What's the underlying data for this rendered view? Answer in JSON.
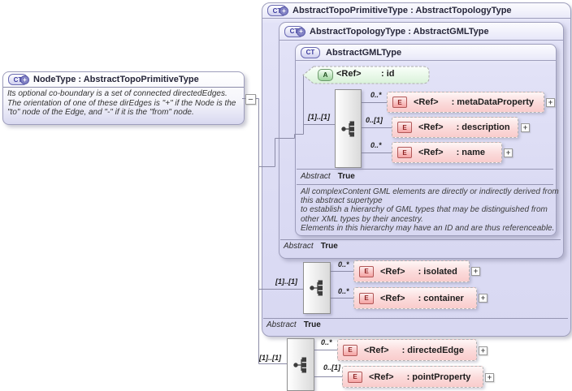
{
  "icons": {
    "complex_type": "CT",
    "element": "E",
    "attribute": "A",
    "plus": "+",
    "minus": "−"
  },
  "colors": {
    "box_fill": "#d8d8f2",
    "box_border": "#9e9ebc",
    "element_fill": "#f9cccc",
    "element_icon": "#f5a2a2",
    "attribute_fill": "#d9f2d9",
    "attribute_icon": "#9ed49e",
    "connector": "#8b8ba6"
  },
  "node_type": {
    "title": "NodeType : AbstractTopoPrimitiveType",
    "description": "Its optional co-boundary is a set of connected directedEdges.  The orientation of one of these dirEdges is \"+\" if the Node is the \"to\" node of the Edge, and \"-\" if it is the \"from\" node."
  },
  "boxes": {
    "outer": {
      "title": "AbstractTopoPrimitiveType : AbstractTopologyType",
      "abstract_label": "Abstract",
      "abstract_value": "True"
    },
    "middle": {
      "title": "AbstractTopologyType : AbstractGMLType",
      "abstract_label": "Abstract",
      "abstract_value": "True"
    },
    "inner": {
      "title": "AbstractGMLType",
      "abstract_label": "Abstract",
      "abstract_value": "True",
      "attribute": {
        "ref": "<Ref>",
        "name": ": id"
      },
      "annotation_lines": [
        "All complexContent GML elements are directly or indirectly derived from",
        "this abstract supertype",
        "to establish a hierarchy of GML types that may be distinguished from",
        "other XML types by their ancestry.",
        "Elements in this hierarchy may have an ID and are thus referenceable."
      ]
    }
  },
  "sequences": [
    {
      "label": "[1]..[1]",
      "elements": [
        {
          "occurs": "0..*",
          "ref": "<Ref>",
          "name": ": metaDataProperty"
        },
        {
          "occurs": "0..[1]",
          "ref": "<Ref>",
          "name": ": description"
        },
        {
          "occurs": "0..*",
          "ref": "<Ref>",
          "name": ": name"
        }
      ]
    },
    {
      "label": "[1]..[1]",
      "elements": [
        {
          "occurs": "0..*",
          "ref": "<Ref>",
          "name": ": isolated"
        },
        {
          "occurs": "0..*",
          "ref": "<Ref>",
          "name": ": container"
        }
      ]
    },
    {
      "label": "[1]..[1]",
      "elements": [
        {
          "occurs": "0..*",
          "ref": "<Ref>",
          "name": ": directedEdge"
        },
        {
          "occurs": "0..[1]",
          "ref": "<Ref>",
          "name": ": pointProperty"
        }
      ]
    }
  ]
}
